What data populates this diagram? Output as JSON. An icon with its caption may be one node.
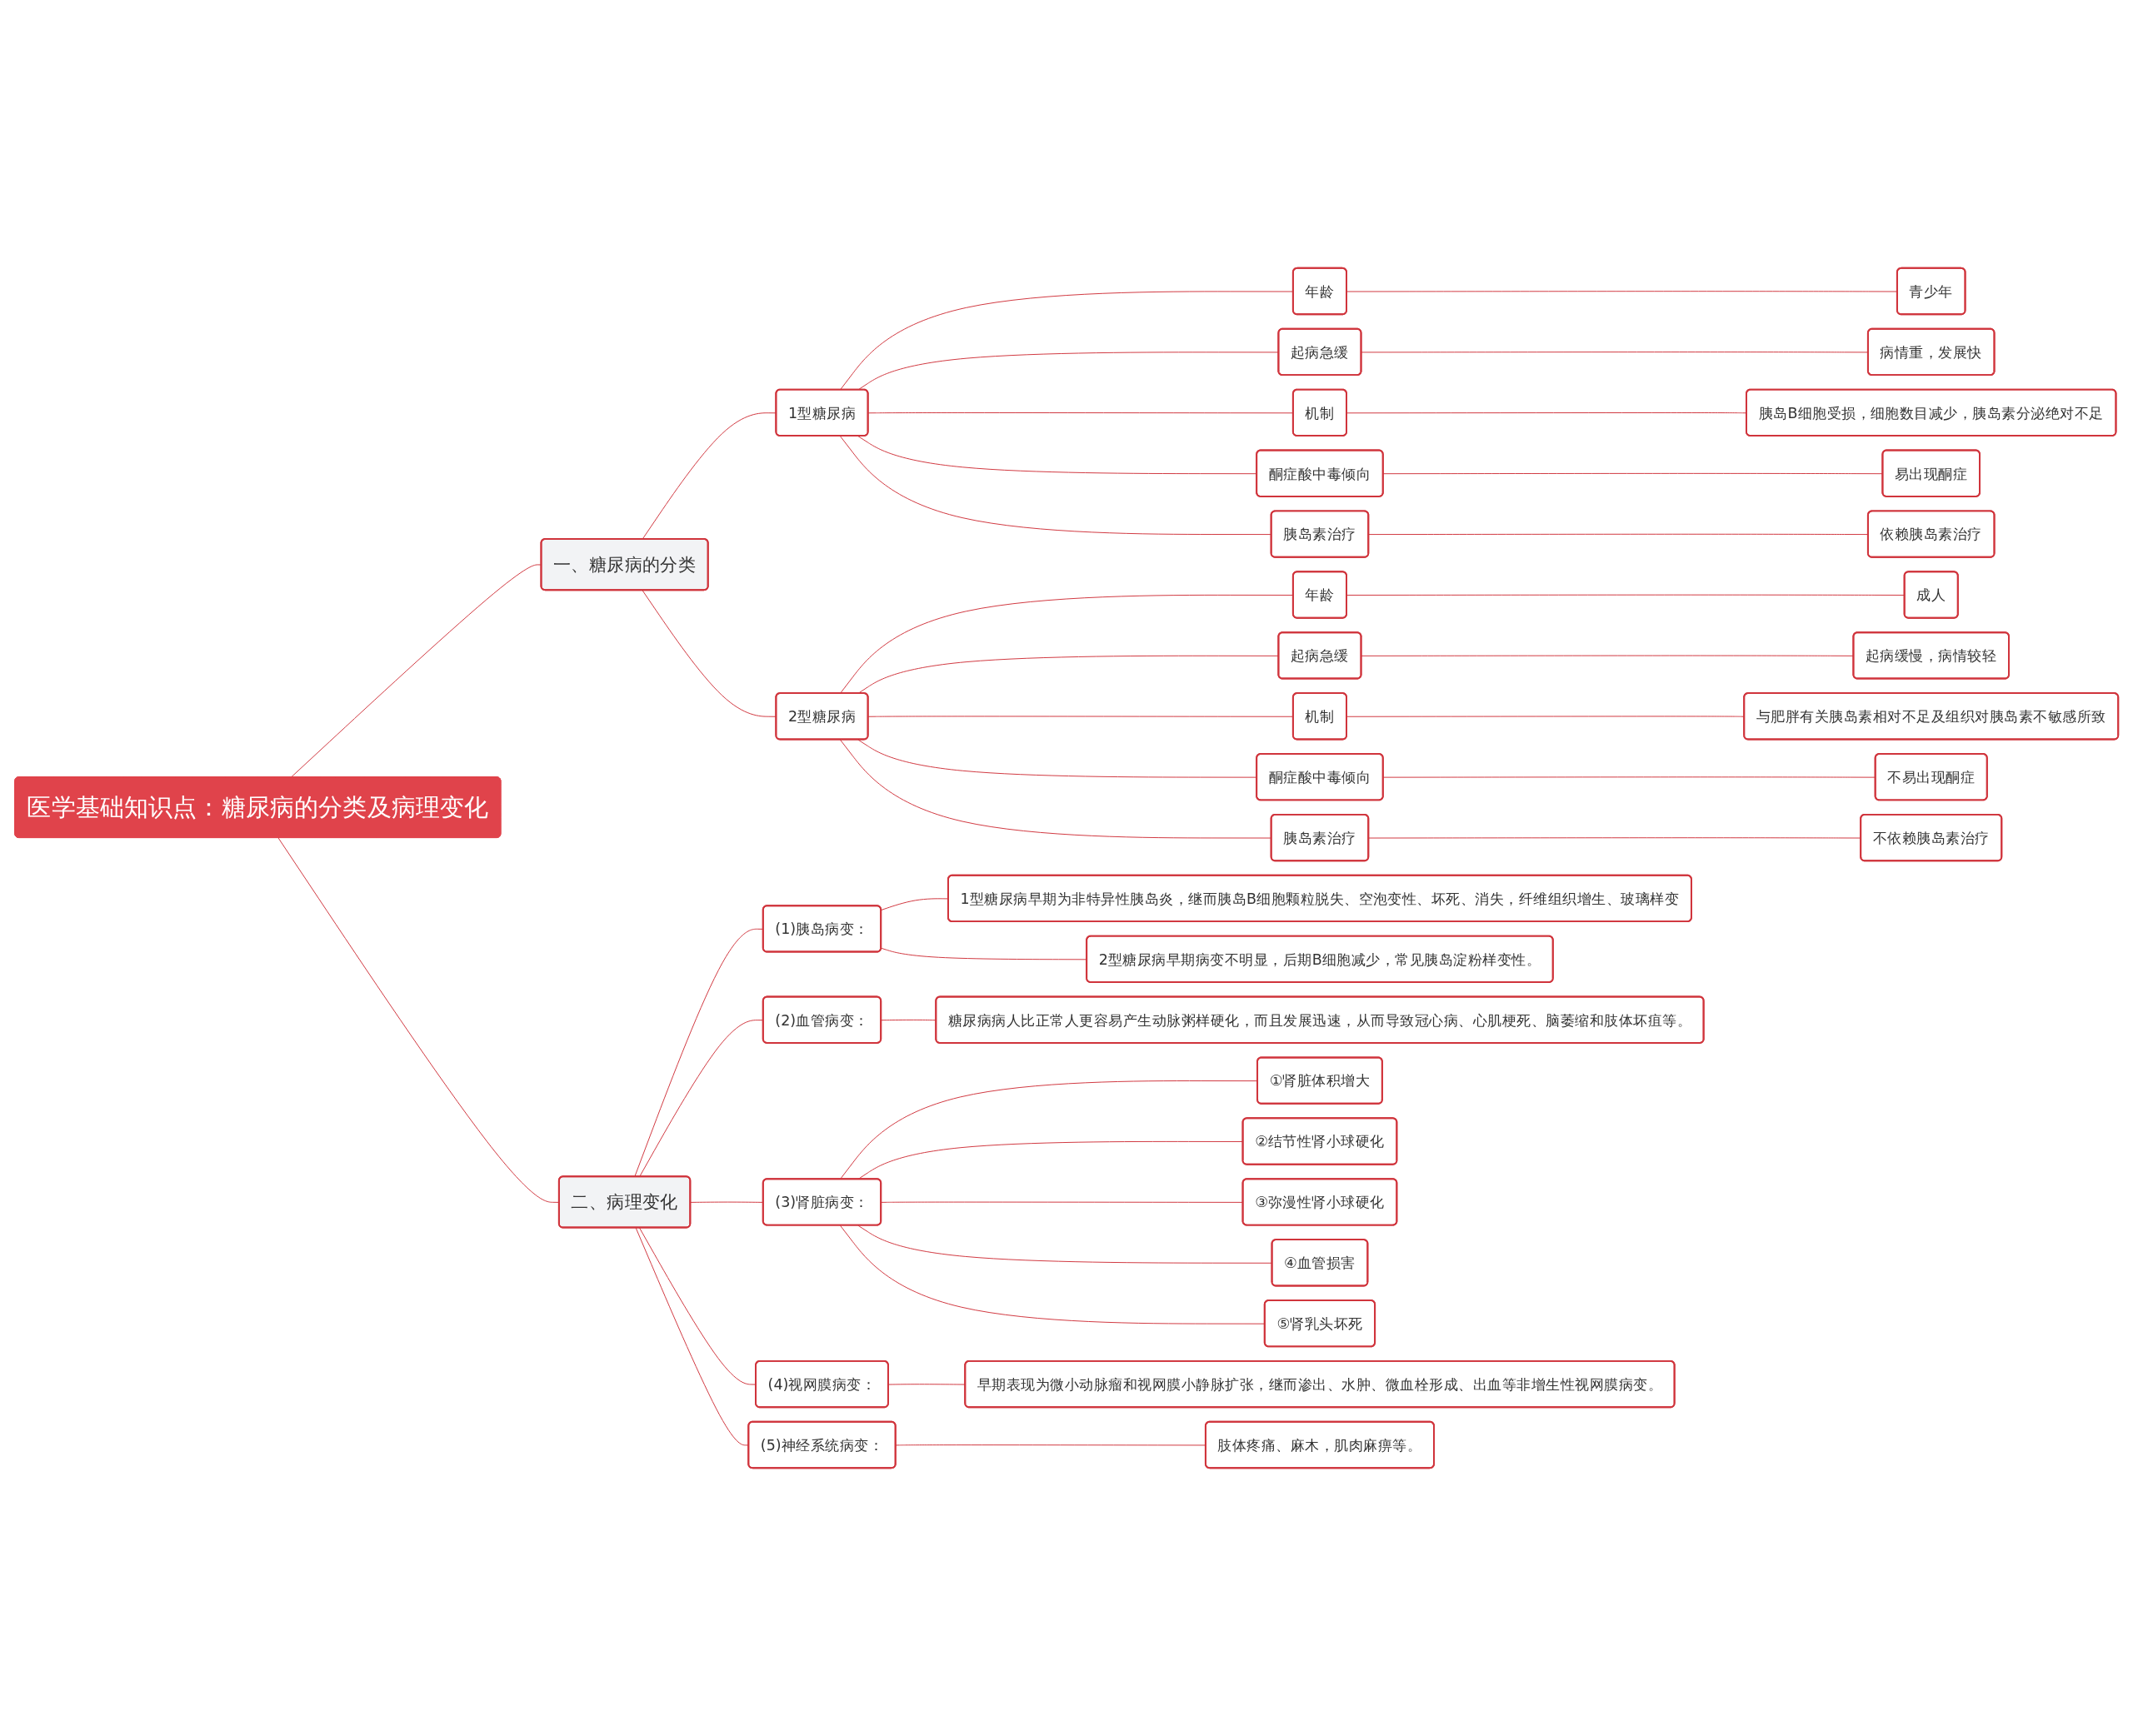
{
  "diagram": {
    "nodes": [
      {
        "text": [
          "医学基础知识点：糖尿病的分类及病理变化"
        ]
      },
      {
        "text": [
          "一、糖尿病的分类"
        ]
      },
      {
        "text": [
          "1型糖尿病"
        ]
      },
      {
        "text": [
          "年龄"
        ]
      },
      {
        "text": [
          "青少年"
        ]
      },
      {
        "text": [
          "起病急缓"
        ]
      },
      {
        "text": [
          "病情重，发展快"
        ]
      },
      {
        "text": [
          "机制"
        ]
      },
      {
        "text": [
          "胰岛B细胞受损，细胞数目减少，胰岛素分泌绝对不足"
        ]
      },
      {
        "text": [
          "酮症酸中毒倾向"
        ]
      },
      {
        "text": [
          "易出现酮症"
        ]
      },
      {
        "text": [
          "胰岛素治疗"
        ]
      },
      {
        "text": [
          "依赖胰岛素治疗"
        ]
      },
      {
        "text": [
          "2型糖尿病"
        ]
      },
      {
        "text": [
          "年龄"
        ]
      },
      {
        "text": [
          "成人"
        ]
      },
      {
        "text": [
          "起病急缓"
        ]
      },
      {
        "text": [
          "起病缓慢，病情较轻"
        ]
      },
      {
        "text": [
          "机制"
        ]
      },
      {
        "text": [
          "与肥胖有关胰岛素相对不足及组织对胰岛素不敏感所致"
        ]
      },
      {
        "text": [
          "酮症酸中毒倾向"
        ]
      },
      {
        "text": [
          "不易出现酮症"
        ]
      },
      {
        "text": [
          "胰岛素治疗"
        ]
      },
      {
        "text": [
          "不依赖胰岛素治疗"
        ]
      },
      {
        "text": [
          "二、病理变化"
        ]
      },
      {
        "text": [
          "(1)胰岛病变："
        ]
      },
      {
        "text": [
          "1型糖尿病早期为非特异性胰岛炎，继而胰岛B细胞颗粒脱失、空泡变性、坏死、消失，纤维组织增生、玻璃样变"
        ]
      },
      {
        "text": [
          "2型糖尿病早期病变不明显，后期B细胞减少，常见胰岛淀粉样变性。"
        ]
      },
      {
        "text": [
          "(2)血管病变："
        ]
      },
      {
        "text": [
          "糖尿病病人比正常人更容易产生动脉粥样硬化，而且发展迅速，从而导致冠心病、心肌梗死、脑萎缩和肢体坏疽等。"
        ]
      },
      {
        "text": [
          "(3)肾脏病变："
        ]
      },
      {
        "text": [
          "①肾脏体积增大"
        ]
      },
      {
        "text": [
          "②结节性肾小球硬化"
        ]
      },
      {
        "text": [
          "③弥漫性肾小球硬化"
        ]
      },
      {
        "text": [
          "④血管损害"
        ]
      },
      {
        "text": [
          "⑤肾乳头坏死"
        ]
      },
      {
        "text": [
          "(4)视网膜病变："
        ]
      },
      {
        "text": [
          "早期表现为微小动脉瘤和视网膜小静脉扩张，继而渗出、水肿、微血栓形成、出血等非增生性视网膜病变。"
        ]
      },
      {
        "text": [
          "(5)神经系统病变："
        ]
      },
      {
        "text": [
          "肢体疼痛、麻木，肌肉麻痹等。"
        ]
      }
    ],
    "edges": [
      {
        "from": 0,
        "to": 1,
        "arrow": "none"
      },
      {
        "from": 1,
        "to": 2,
        "arrow": "none"
      },
      {
        "from": 2,
        "to": 3,
        "arrow": "none"
      },
      {
        "from": 3,
        "to": 4,
        "arrow": "none"
      },
      {
        "from": 2,
        "to": 5,
        "arrow": "none"
      },
      {
        "from": 5,
        "to": 6,
        "arrow": "none"
      },
      {
        "from": 2,
        "to": 7,
        "arrow": "none"
      },
      {
        "from": 7,
        "to": 8,
        "arrow": "none"
      },
      {
        "from": 2,
        "to": 9,
        "arrow": "none"
      },
      {
        "from": 9,
        "to": 10,
        "arrow": "none"
      },
      {
        "from": 2,
        "to": 11,
        "arrow": "none"
      },
      {
        "from": 11,
        "to": 12,
        "arrow": "none"
      },
      {
        "from": 1,
        "to": 13,
        "arrow": "none"
      },
      {
        "from": 13,
        "to": 14,
        "arrow": "none"
      },
      {
        "from": 14,
        "to": 15,
        "arrow": "none"
      },
      {
        "from": 13,
        "to": 16,
        "arrow": "none"
      },
      {
        "from": 16,
        "to": 17,
        "arrow": "none"
      },
      {
        "from": 13,
        "to": 18,
        "arrow": "none"
      },
      {
        "from": 18,
        "to": 19,
        "arrow": "none"
      },
      {
        "from": 13,
        "to": 20,
        "arrow": "none"
      },
      {
        "from": 20,
        "to": 21,
        "arrow": "none"
      },
      {
        "from": 13,
        "to": 22,
        "arrow": "none"
      },
      {
        "from": 22,
        "to": 23,
        "arrow": "none"
      },
      {
        "from": 0,
        "to": 24,
        "arrow": "none"
      },
      {
        "from": 24,
        "to": 25,
        "arrow": "none"
      },
      {
        "from": 25,
        "to": 26,
        "arrow": "none"
      },
      {
        "from": 25,
        "to": 27,
        "arrow": "none"
      },
      {
        "from": 24,
        "to": 28,
        "arrow": "none"
      },
      {
        "from": 28,
        "to": 29,
        "arrow": "none"
      },
      {
        "from": 24,
        "to": 30,
        "arrow": "none"
      },
      {
        "from": 30,
        "to": 31,
        "arrow": "none"
      },
      {
        "from": 30,
        "to": 32,
        "arrow": "none"
      },
      {
        "from": 30,
        "to": 33,
        "arrow": "none"
      },
      {
        "from": 30,
        "to": 34,
        "arrow": "none"
      },
      {
        "from": 30,
        "to": 35,
        "arrow": "none"
      },
      {
        "from": 24,
        "to": 36,
        "arrow": "none"
      },
      {
        "from": 36,
        "to": 37,
        "arrow": "none"
      },
      {
        "from": 24,
        "to": 38,
        "arrow": "none"
      },
      {
        "from": 38,
        "to": 39,
        "arrow": "none"
      }
    ]
  }
}
